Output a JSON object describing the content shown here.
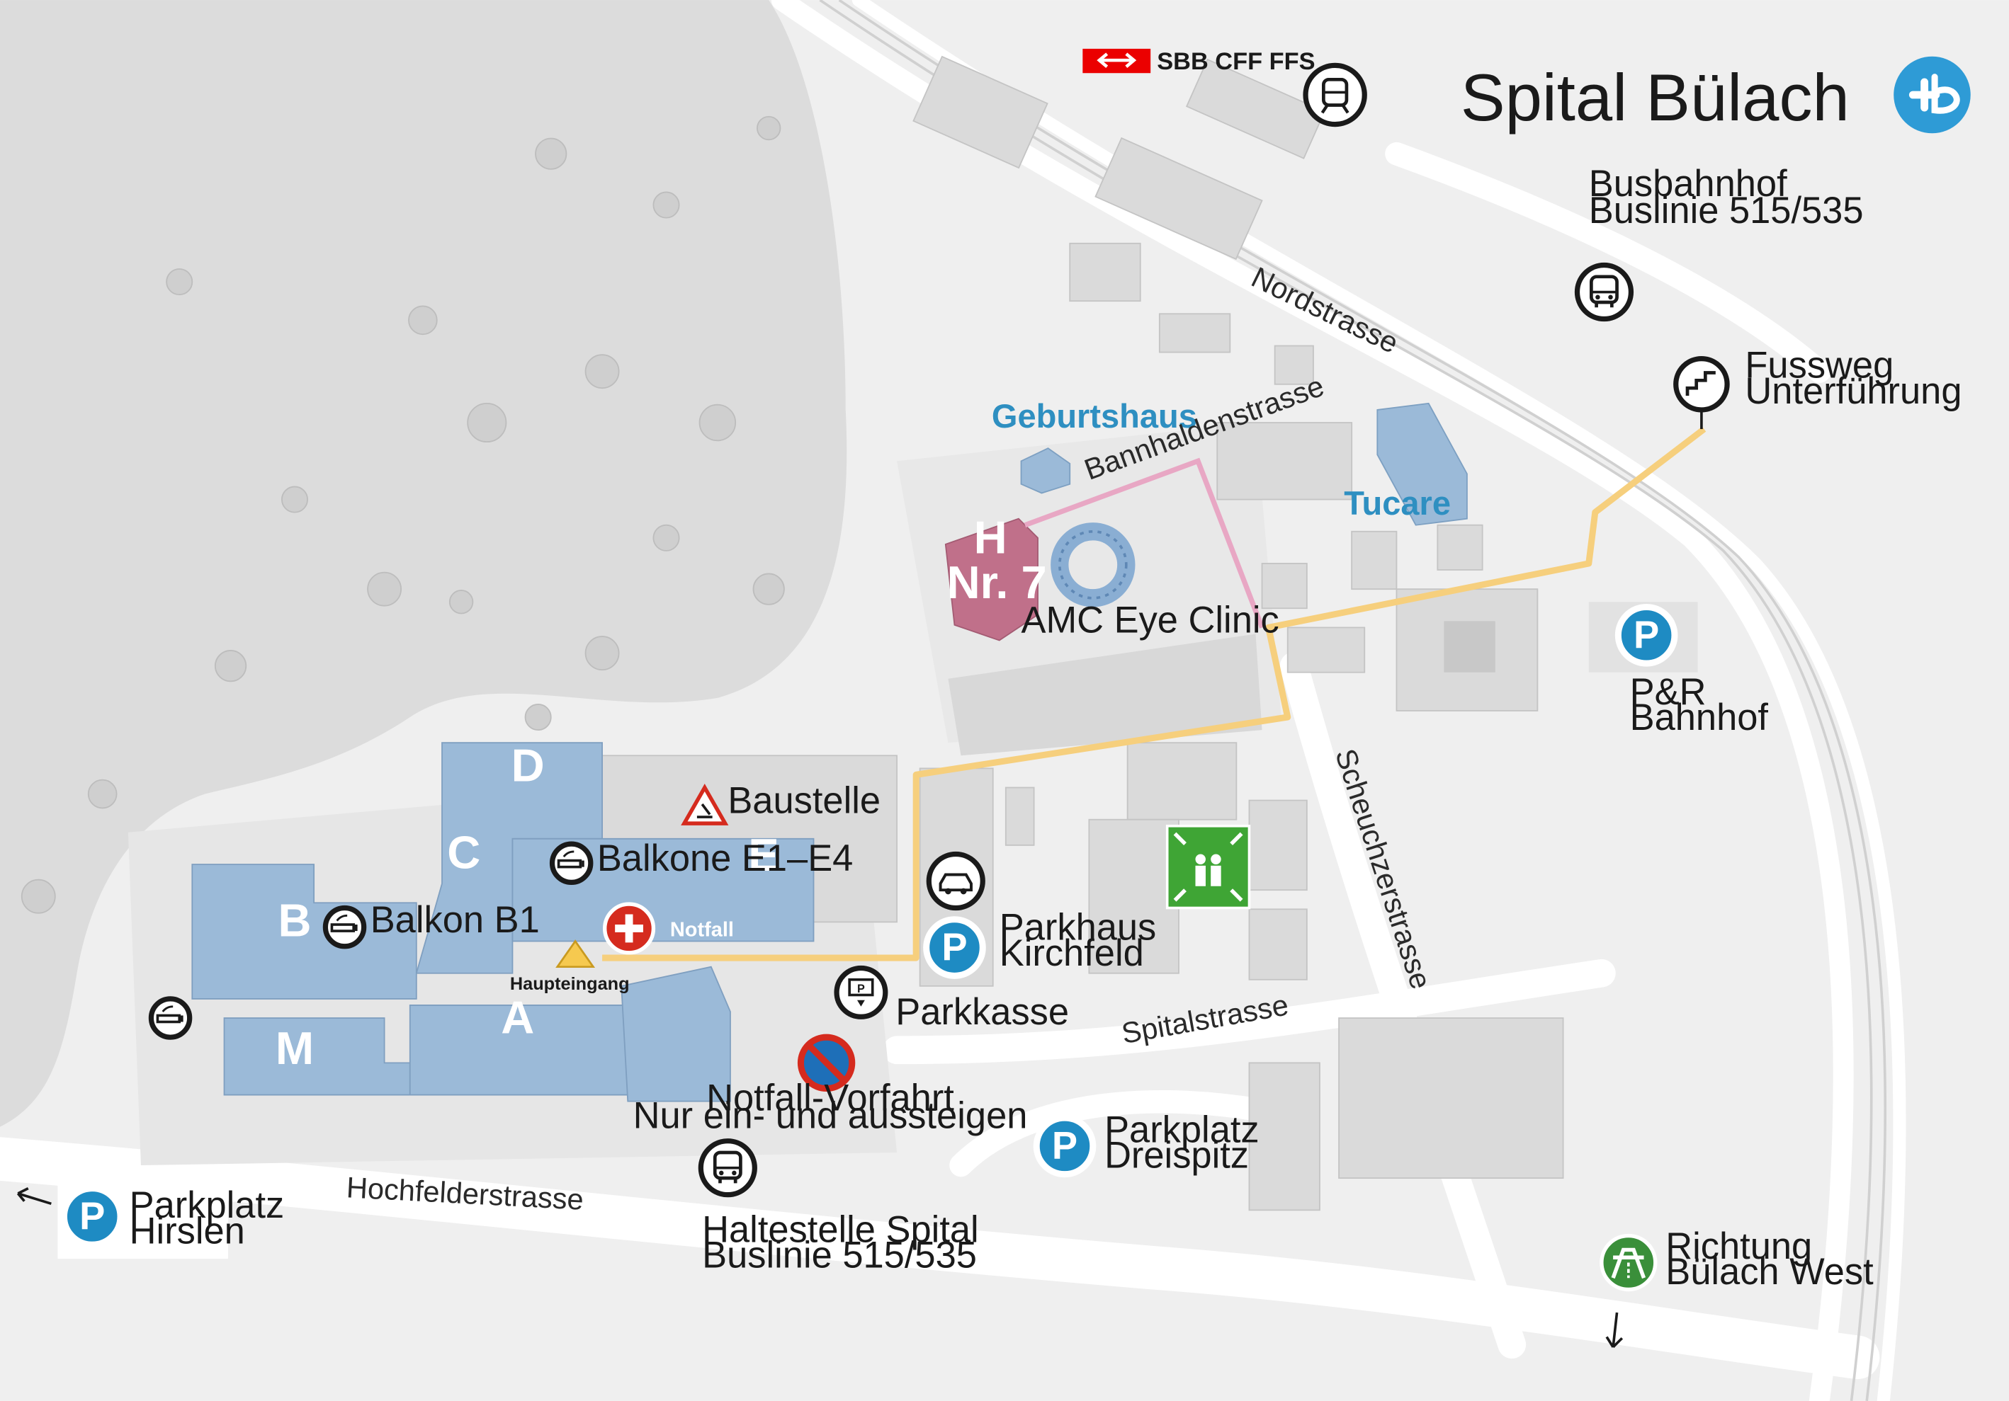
{
  "brand": {
    "name": "Spital Bülach",
    "accent": "#2e9bd6",
    "sbb_label": "SBB CFF FFS",
    "sbb_color": "#eb0000"
  },
  "colors": {
    "hospital_building": "#9bbad8",
    "house_h": "#c0708a",
    "route_yellow": "#f6cf7d",
    "route_pink": "#e8a7c4",
    "parking_blue": "#1e8bc3",
    "emergency_red": "#d52b1e",
    "assembly_green": "#3fa535",
    "motorway_green": "#3a8f3a",
    "label_blue": "#2e8fc1"
  },
  "buildings": {
    "A": "A",
    "B": "B",
    "C": "C",
    "D": "D",
    "E": "E",
    "M": "M",
    "H": "H",
    "nr7": "Nr. 7"
  },
  "labels": {
    "baustelle": "Baustelle",
    "balkone_e": "Balkone E1–E4",
    "balkon_b1": "Balkon B1",
    "notfall": "Notfall",
    "haupteingang": "Haupteingang",
    "parkkasse": "Parkkasse",
    "notfall_vorfahrt_1": "Notfall-Vorfahrt",
    "notfall_vorfahrt_2": "Nur ein- und aussteigen",
    "parkhaus_1": "Parkhaus",
    "parkhaus_2": "Kirchfeld",
    "parkplatz_dreispitz_1": "Parkplatz",
    "parkplatz_dreispitz_2": "Dreispitz",
    "parkplatz_hirslen_1": "Parkplatz",
    "parkplatz_hirslen_2": "Hirslen",
    "haltestelle_1": "Haltestelle Spital",
    "haltestelle_2": "Buslinie 515/535",
    "busbahnhof_1": "Busbahnhof",
    "busbahnhof_2": "Buslinie 515/535",
    "fussweg_1": "Fussweg",
    "fussweg_2": "Unterführung",
    "pr_1": "P&R",
    "pr_2": "Bahnhof",
    "richtung_1": "Richtung",
    "richtung_2": "Bülach West",
    "geburtshaus": "Geburtshaus",
    "tucare": "Tucare",
    "amc": "AMC Eye Clinic"
  },
  "streets": {
    "hochfelderstrasse": "Hochfelderstrasse",
    "spitalstrasse": "Spitalstrasse",
    "scheuchzerstrasse": "Scheuchzerstrasse",
    "bannhaldenstrasse": "Bannhaldenstrasse",
    "nordstrasse": "Nordstrasse"
  },
  "icons": {
    "train": "train-icon",
    "bus": "bus-icon",
    "stairs": "stairs-icon",
    "parking": "parking-icon",
    "emergency": "emergency-icon",
    "no_parking": "no-parking-icon",
    "smoking": "smoking-icon",
    "ev_charging": "ev-charging-icon",
    "parking_ticket": "parking-ticket-icon",
    "construction": "construction-warning-icon",
    "assembly_point": "assembly-point-icon",
    "motorway": "motorway-icon",
    "arrow_left": "arrow-left-icon",
    "arrow_down": "arrow-down-icon"
  }
}
